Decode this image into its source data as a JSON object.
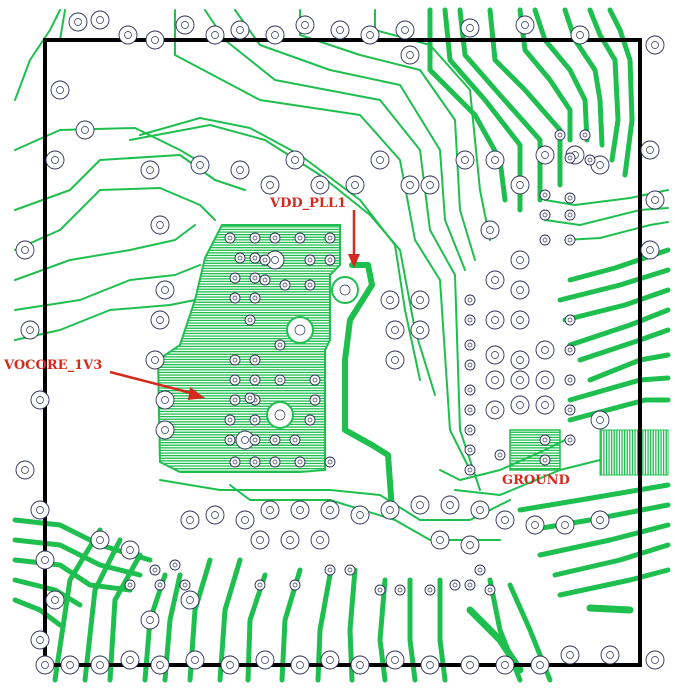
{
  "labels": {
    "vdd_pll1": "VDD_PLL1",
    "vocore_1v3": "VOCORE_1V3",
    "ground": "GROUND"
  },
  "colors": {
    "trace": "#1fbf4f",
    "copper_pour": "#1fbf4f",
    "outline": "#000000",
    "annotation": "#d42a1e",
    "via_ring": "#2b2f55"
  }
}
